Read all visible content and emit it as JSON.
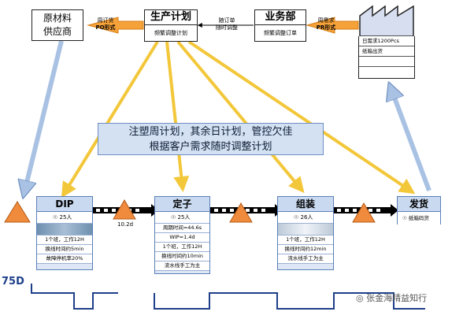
{
  "supplier": {
    "line1": "原材料",
    "line2": "供应商"
  },
  "planning": {
    "title": "生产计划",
    "sub": "频繁调整计划"
  },
  "sales": {
    "title": "业务部",
    "sub": "频繁调整订单"
  },
  "customer": {
    "line1": "日需求1200Pcs",
    "line2": "纸箱出货"
  },
  "flows": {
    "to_supplier": {
      "line1": "周订货",
      "line2": "PO形式"
    },
    "sales_to_plan": {
      "line1": "随订单",
      "line2": "随时调整"
    },
    "cust_to_sales": {
      "line1": "周需求",
      "line2": "PR形式"
    }
  },
  "banner": {
    "line1": "注塑周计划，其余日计划，管控欠佳",
    "line2": "根据客户需求随时调整计划"
  },
  "processes": [
    {
      "title": "DIP",
      "people": "25人",
      "rows": [
        "1个班，工作12H",
        "换线时间约5min",
        "故障停机率20%"
      ]
    },
    {
      "title": "定子",
      "people": "25人",
      "rows": [
        "周期时间=44.6s",
        "WIP=1.4d",
        "1个班，工作12H",
        "换线时间约10min",
        "流水线手工为主"
      ]
    },
    {
      "title": "组装",
      "people": "26人",
      "rows": [
        "1个班，工作12H",
        "换线时间约12min",
        "流水线手工为主"
      ]
    },
    {
      "title": "发货",
      "people": "纸箱码货"
    }
  ],
  "inventory": {
    "dip_to_stator": "10.2d"
  },
  "timeline": {
    "label": "75D"
  },
  "watermark": "张金海精益知行",
  "colors": {
    "arrow_yellow": "#f3c73a",
    "arrow_blue": "#bcd2ec",
    "triangle": "#f08a3c"
  }
}
